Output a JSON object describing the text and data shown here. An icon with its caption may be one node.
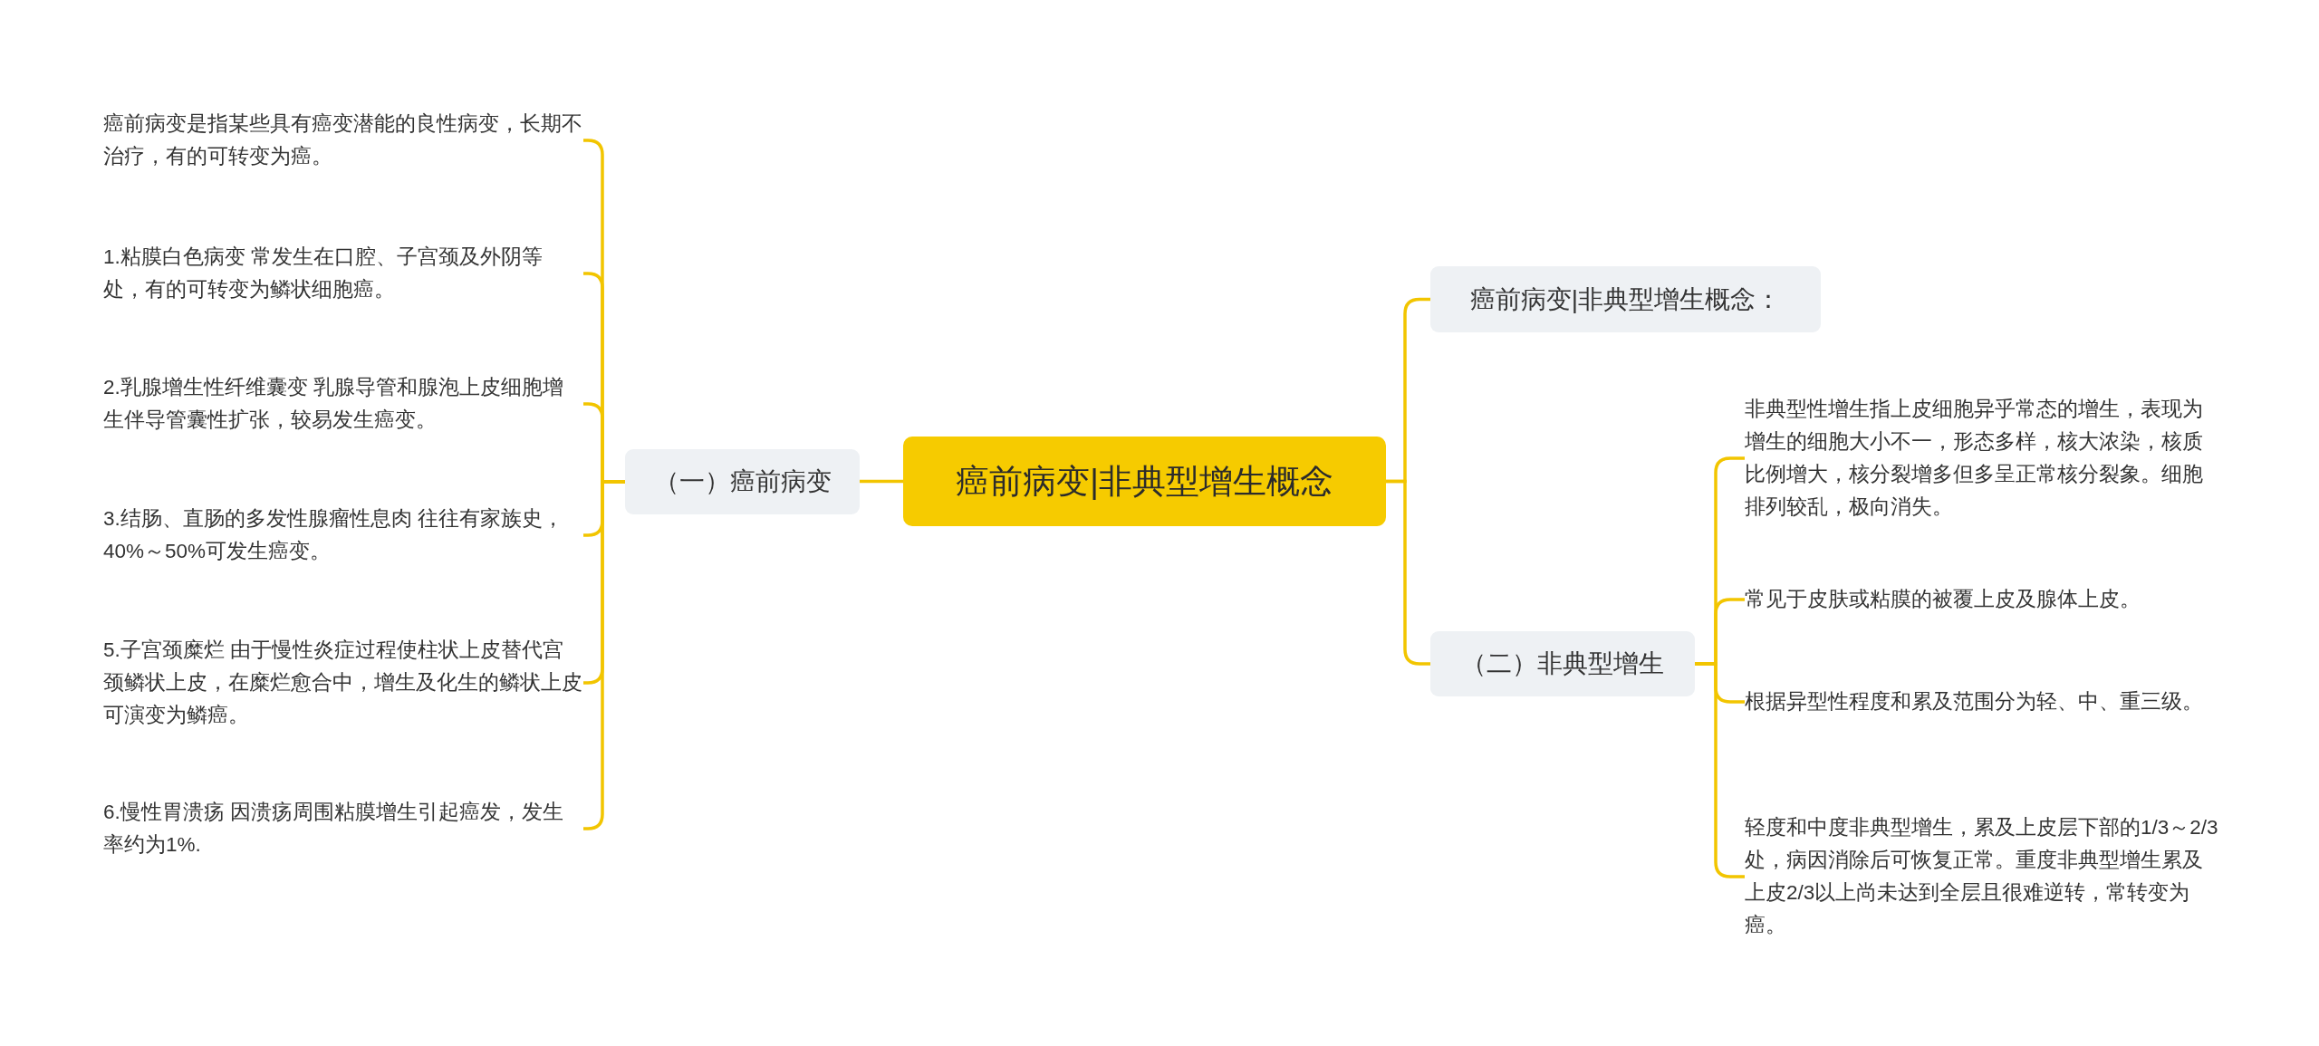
{
  "diagram": {
    "nodes": [
      {
        "text": [
          "癌前病变|非典型增生概念"
        ]
      },
      {
        "text": [
          "（一）癌前病变"
        ]
      },
      {
        "text": [
          "癌前病变是指某些具有癌变潜能的良性病变，长期不治疗，有的可转变为癌。"
        ]
      },
      {
        "text": [
          "1.粘膜白色病变 常发生在口腔、子宫颈及外阴等处，有的可转变为鳞状细胞癌。"
        ]
      },
      {
        "text": [
          "2.乳腺增生性纤维囊变 乳腺导管和腺泡上皮细胞增生伴导管囊性扩张，较易发生癌变。"
        ]
      },
      {
        "text": [
          "3.结肠、直肠的多发性腺瘤性息肉 往往有家族史，40%～50%可发生癌变。"
        ]
      },
      {
        "text": [
          "5.子宫颈糜烂 由于慢性炎症过程使柱状上皮替代宫颈鳞状上皮，在糜烂愈合中，增生及化生的鳞状上皮可演变为鳞癌。"
        ]
      },
      {
        "text": [
          "6.慢性胃溃疡 因溃疡周围粘膜增生引起癌发，发生率约为1%."
        ]
      },
      {
        "text": [
          "癌前病变|非典型增生概念："
        ]
      },
      {
        "text": [
          "（二）非典型增生"
        ]
      },
      {
        "text": [
          "非典型性增生指上皮细胞异乎常态的增生，表现为增生的细胞大小不一，形态多样，核大浓染，核质比例增大，核分裂增多但多呈正常核分裂象。细胞排列较乱，极向消失。"
        ]
      },
      {
        "text": [
          "常见于皮肤或粘膜的被覆上皮及腺体上皮。"
        ]
      },
      {
        "text": [
          "根据异型性程度和累及范围分为轻、中、重三级。"
        ]
      },
      {
        "text": [
          "轻度和中度非典型增生，累及上皮层下部的1/3～2/3处，病因消除后可恢复正常。重度非典型增生累及上皮2/3以上尚未达到全层且很难逆转，常转变为癌。"
        ]
      }
    ],
    "edges": [
      {
        "from": 0,
        "to": 1,
        "arrow": "none"
      },
      {
        "from": 1,
        "to": 2,
        "arrow": "none"
      },
      {
        "from": 1,
        "to": 3,
        "arrow": "none"
      },
      {
        "from": 1,
        "to": 4,
        "arrow": "none"
      },
      {
        "from": 1,
        "to": 5,
        "arrow": "none"
      },
      {
        "from": 1,
        "to": 6,
        "arrow": "none"
      },
      {
        "from": 1,
        "to": 7,
        "arrow": "none"
      },
      {
        "from": 0,
        "to": 8,
        "arrow": "none"
      },
      {
        "from": 0,
        "to": 9,
        "arrow": "none"
      },
      {
        "from": 9,
        "to": 10,
        "arrow": "none"
      },
      {
        "from": 9,
        "to": 11,
        "arrow": "none"
      },
      {
        "from": 9,
        "to": 12,
        "arrow": "none"
      },
      {
        "from": 9,
        "to": 13,
        "arrow": "none"
      }
    ]
  }
}
